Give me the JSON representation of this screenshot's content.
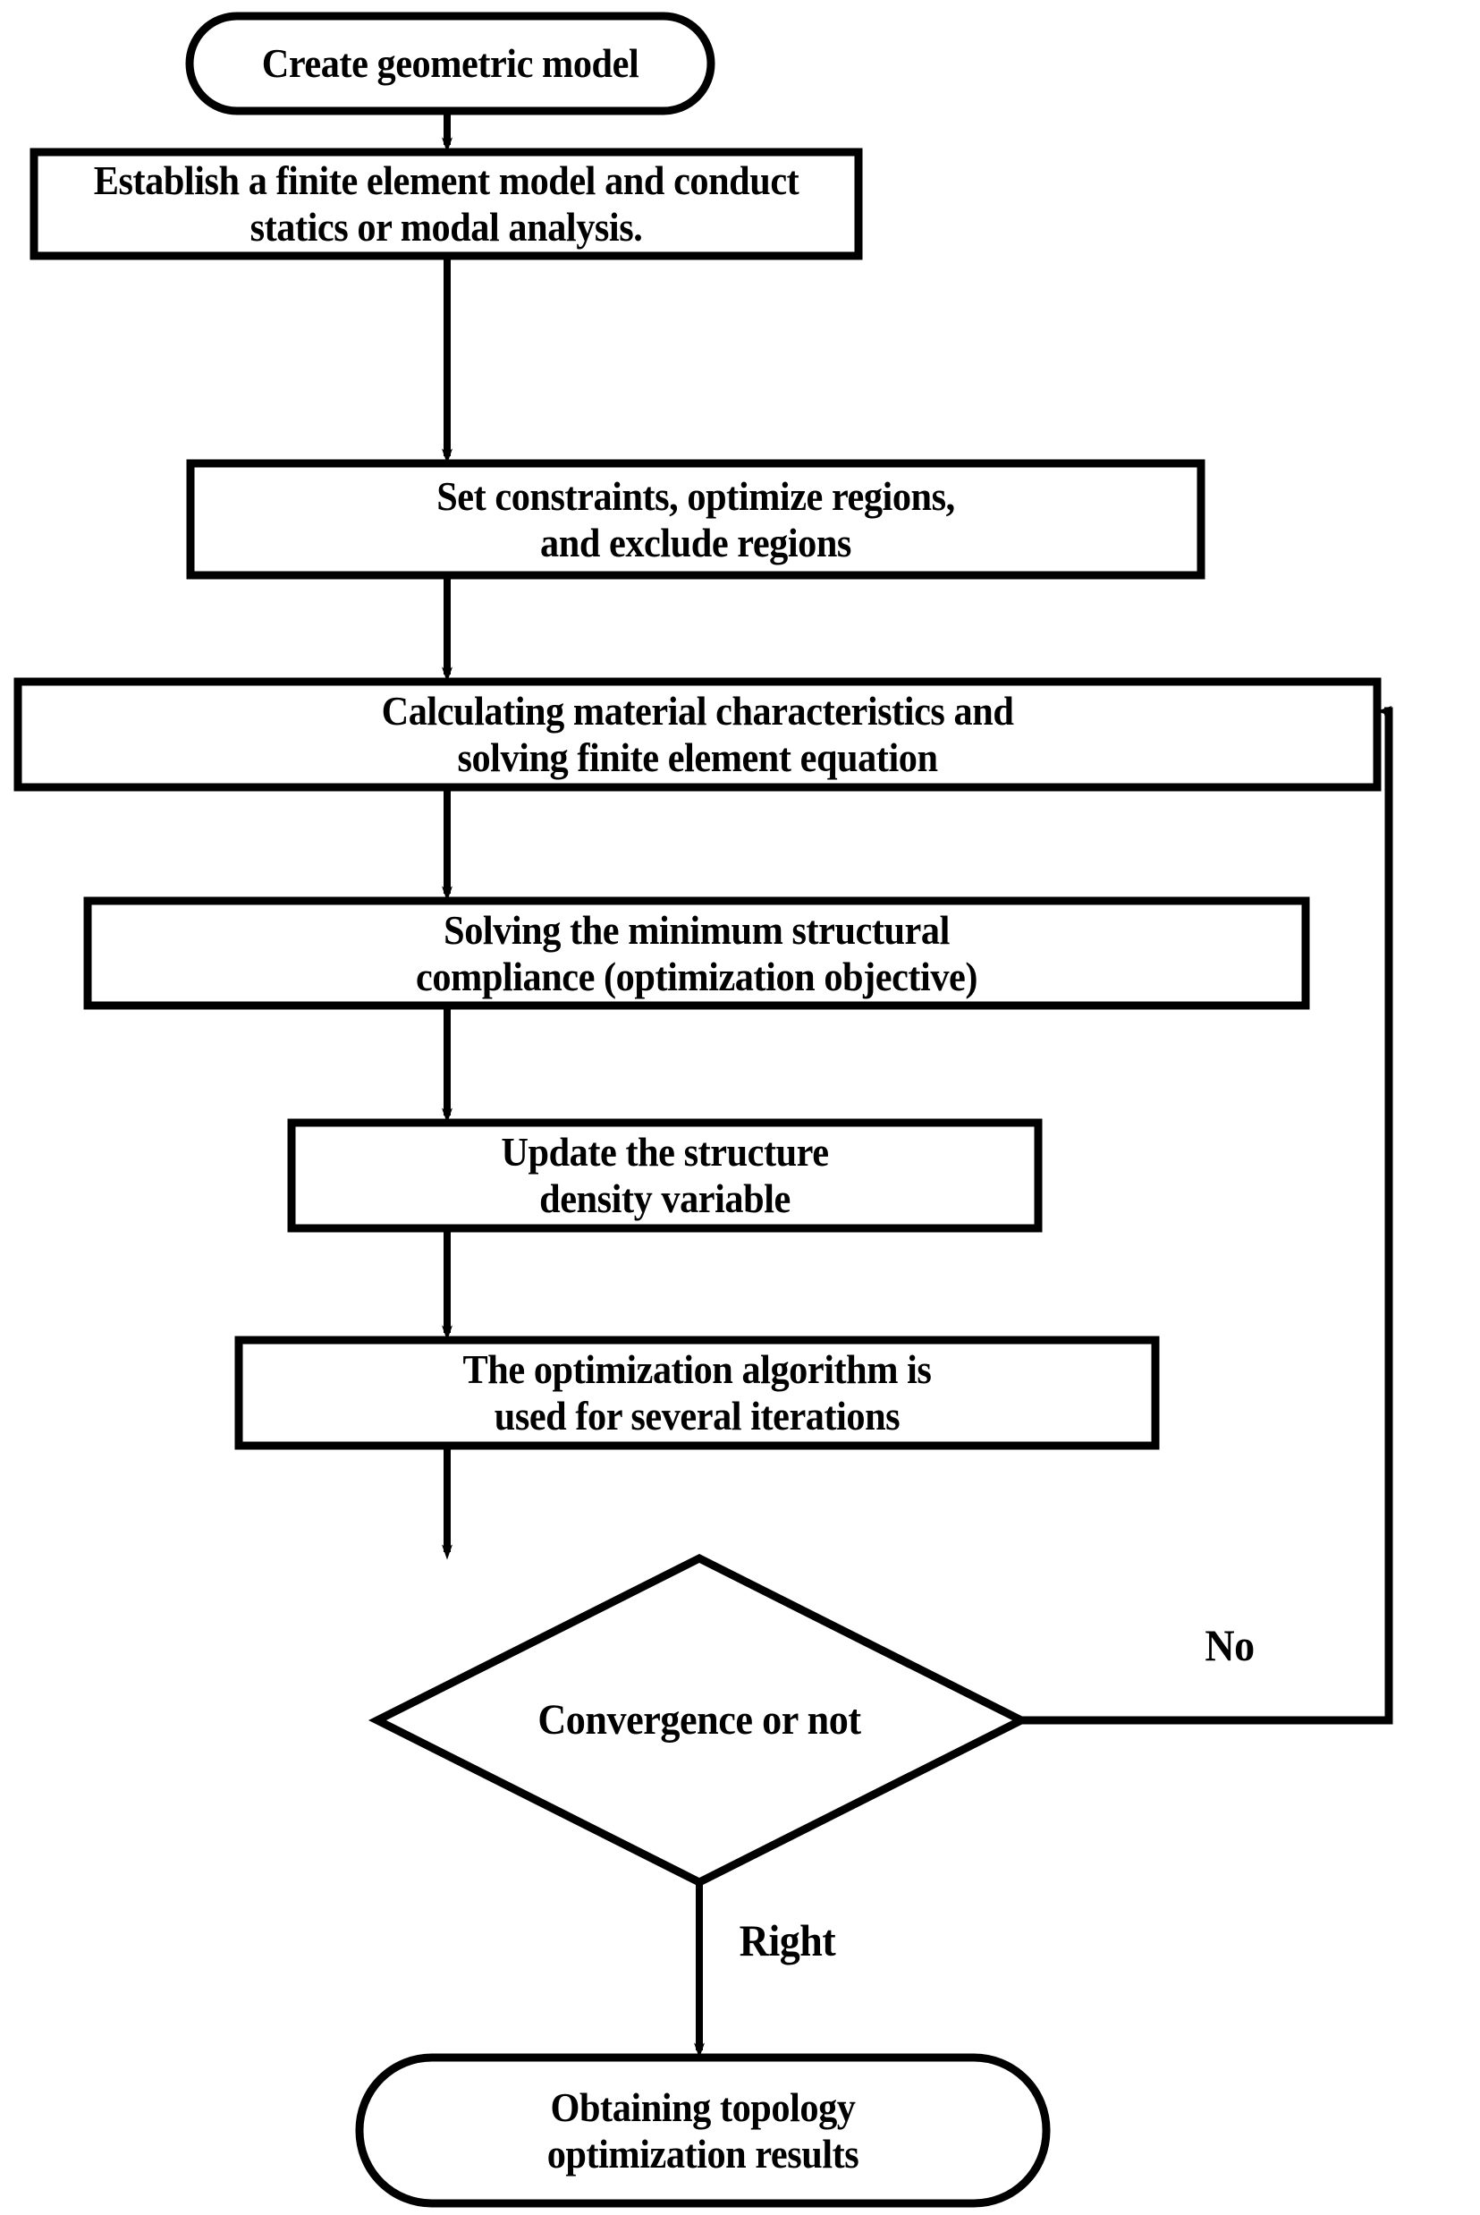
{
  "diagram": {
    "title": "Topology optimization process flowchart",
    "type": "flowchart",
    "background_color": "#ffffff",
    "stroke_color": "#000000",
    "text_color": "#000000"
  },
  "nodes": [
    {
      "id": "create-geometric-model",
      "shape": "terminator",
      "label": "Create geometric model"
    },
    {
      "id": "establish-fem",
      "shape": "process",
      "label": "Establish a finite element model and conduct\nstatics or modal analysis."
    },
    {
      "id": "set-constraints",
      "shape": "process",
      "label": "Set constraints, optimize regions,\nand exclude regions"
    },
    {
      "id": "calculate-material",
      "shape": "process",
      "label": "Calculating material characteristics and\nsolving finite element equation"
    },
    {
      "id": "solve-compliance",
      "shape": "process",
      "label": "Solving the minimum structural\ncompliance (optimization objective)"
    },
    {
      "id": "update-density",
      "shape": "process",
      "label": "Update the structure\ndensity variable"
    },
    {
      "id": "iterate-algorithm",
      "shape": "process",
      "label": "The optimization algorithm is\nused for several iterations"
    },
    {
      "id": "convergence-decision",
      "shape": "decision",
      "label": "Convergence or not"
    },
    {
      "id": "obtain-results",
      "shape": "terminator",
      "label": "Obtaining topology\noptimization results"
    }
  ],
  "edges": [
    {
      "id": "e1",
      "from": "create-geometric-model",
      "to": "establish-fem",
      "label": ""
    },
    {
      "id": "e2",
      "from": "establish-fem",
      "to": "set-constraints",
      "label": ""
    },
    {
      "id": "e3",
      "from": "set-constraints",
      "to": "calculate-material",
      "label": ""
    },
    {
      "id": "e4",
      "from": "calculate-material",
      "to": "solve-compliance",
      "label": ""
    },
    {
      "id": "e5",
      "from": "solve-compliance",
      "to": "update-density",
      "label": ""
    },
    {
      "id": "e6",
      "from": "update-density",
      "to": "iterate-algorithm",
      "label": ""
    },
    {
      "id": "e7",
      "from": "iterate-algorithm",
      "to": "convergence-decision",
      "label": ""
    },
    {
      "id": "e8",
      "from": "convergence-decision",
      "to": "calculate-material",
      "label": "No"
    },
    {
      "id": "e9",
      "from": "convergence-decision",
      "to": "obtain-results",
      "label": "Right"
    }
  ],
  "labels": {
    "no": "No",
    "right": "Right"
  }
}
